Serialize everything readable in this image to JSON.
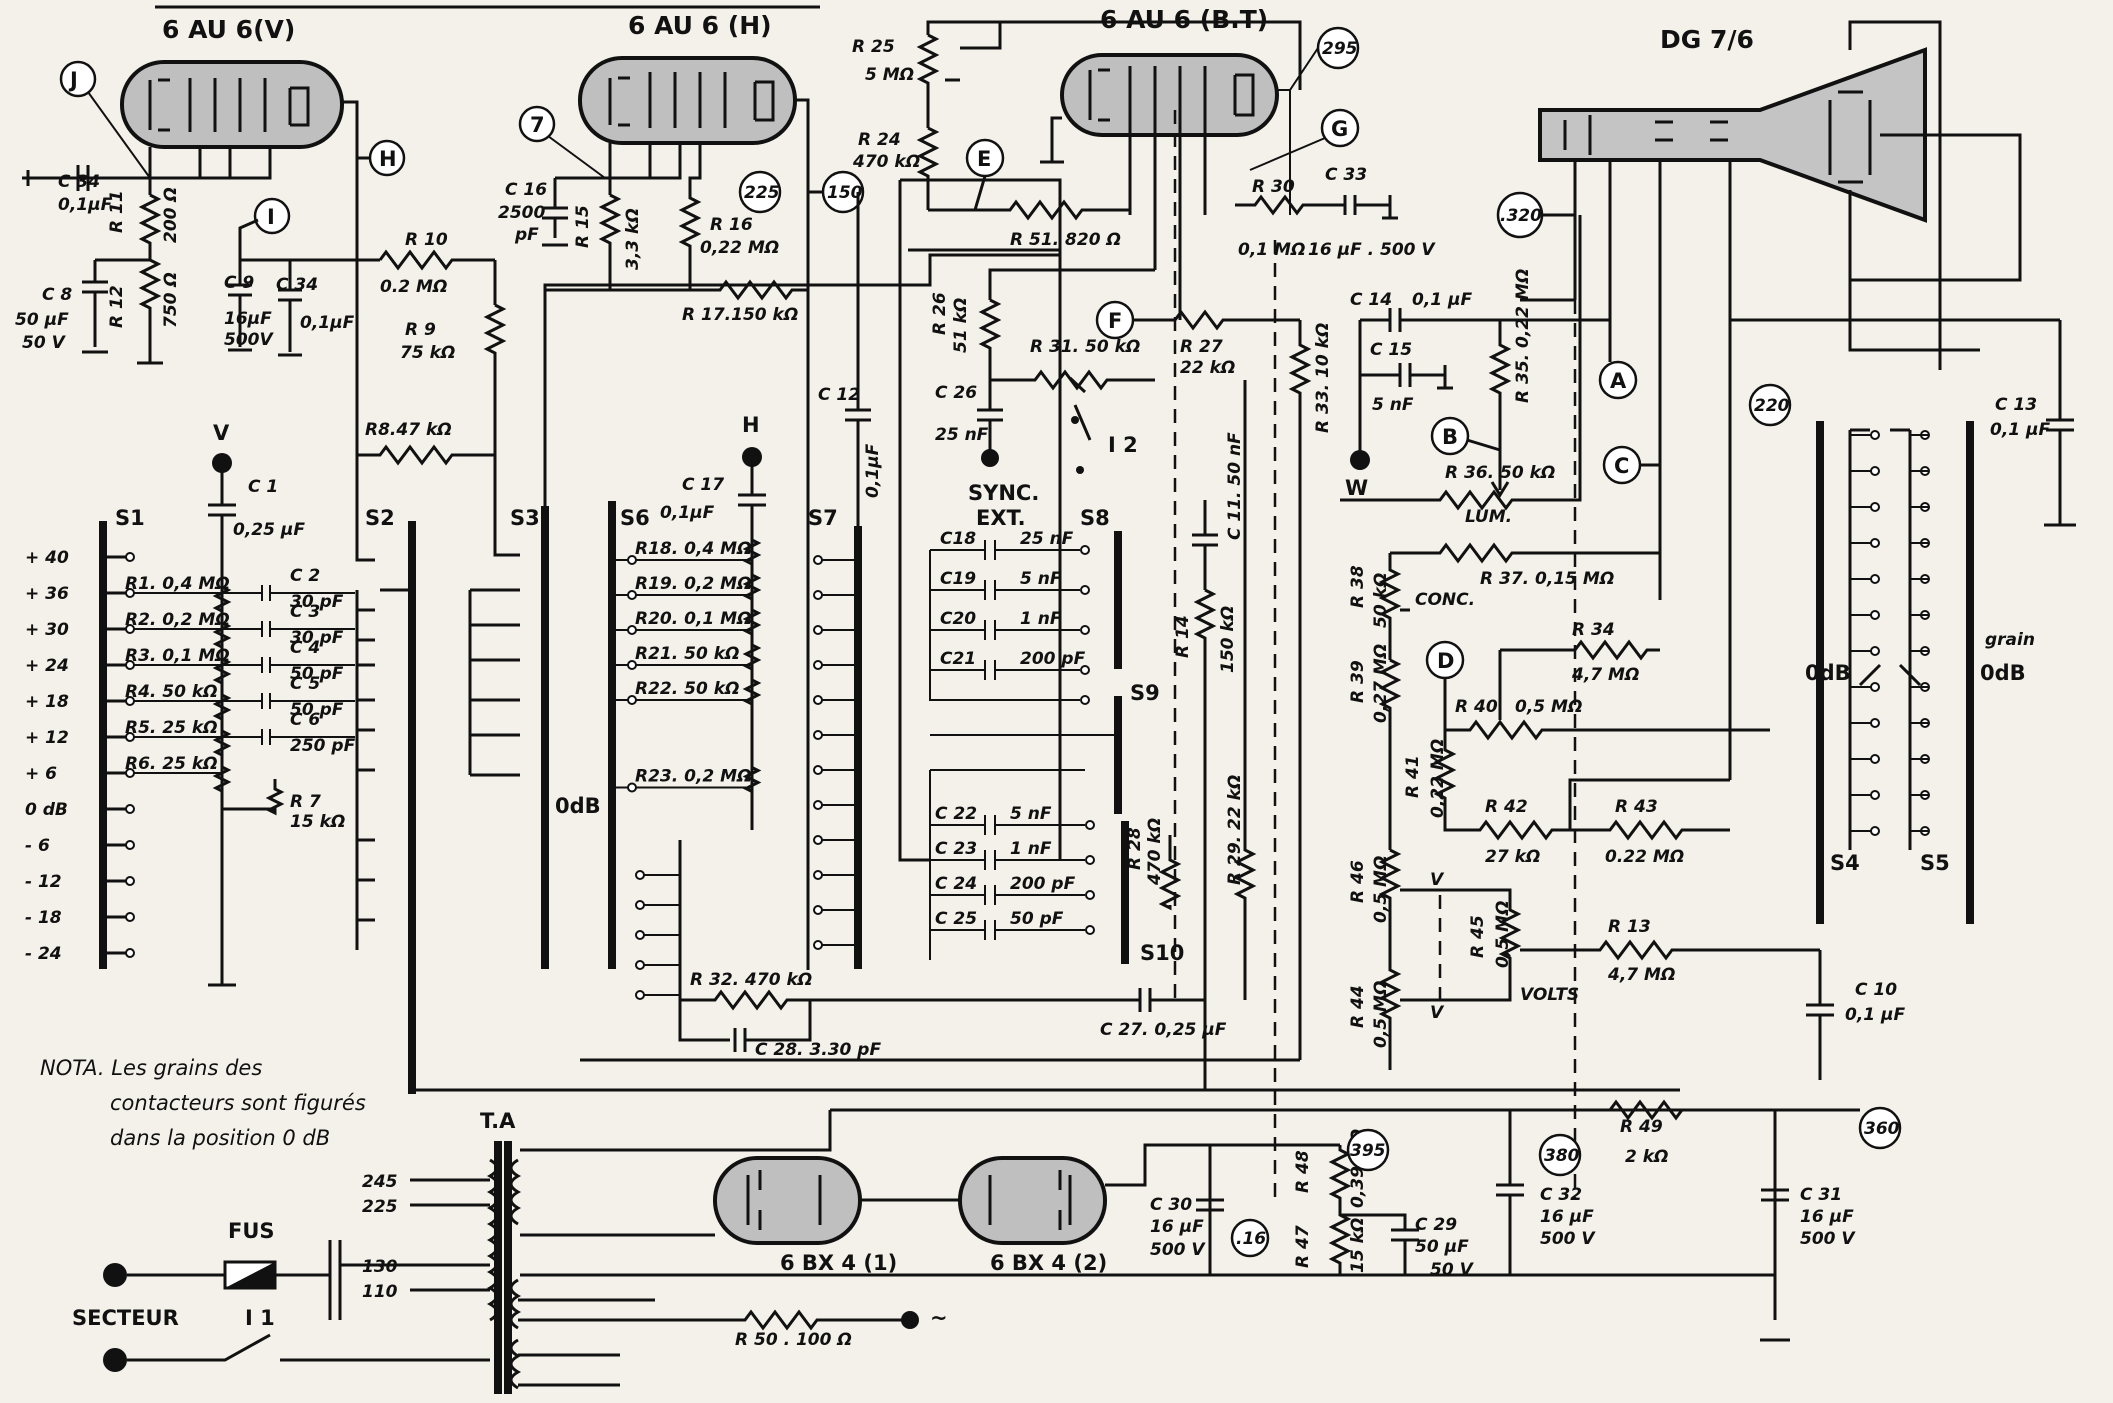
{
  "tubes": {
    "v1": "6 AU 6(V)",
    "v2": "6 AU 6 (H)",
    "v3": "6 AU 6 (B.T)",
    "crt": "DG 7/6",
    "rect1": "6 BX 4 (1)",
    "rect2": "6 BX 4 (2)"
  },
  "markers": {
    "J": "J",
    "H": "H",
    "I": "I",
    "seven": "7",
    "n225": "225",
    "n150": "150",
    "E": "E",
    "G": "G",
    "n295": "295",
    "F": "F",
    "n320": ".320",
    "A": "A",
    "B": "B",
    "C": "C",
    "n220": "220",
    "D": "D",
    "n395": "395",
    "n16": ".16",
    "n380": "380",
    "n360": "360"
  },
  "terminals": {
    "V": "V",
    "H": "H",
    "W": "W"
  },
  "components": {
    "C34a": "C 34",
    "C34a_val": "0,1µF",
    "R11": "R 11",
    "R11_val": "200 Ω",
    "C8": "C 8",
    "C8_val": "50 µF",
    "C8_volt": "50 V",
    "R12": "R 12",
    "R12_val": "750 Ω",
    "C9": "C 9",
    "C9_val": "16µF",
    "C9_volt": "500V",
    "C34b": "C 34",
    "C34b_val": "0,1µF",
    "R10": "R 10",
    "R10_val": "0.2 MΩ",
    "R9": "R 9",
    "R9_val": "75 kΩ",
    "R8": "R8.47 kΩ",
    "C16": "C 16",
    "C16_val": "2500",
    "C16_unit": "pF",
    "R15": "R 15",
    "R15_val": "3,3 kΩ",
    "R16": "R 16",
    "R16_val": "0,22 MΩ",
    "R17": "R 17.150 kΩ",
    "C12": "C 12",
    "C12_val": "0,1µF",
    "C17": "C 17",
    "C17_val": "0,1µF",
    "R25": "R 25",
    "R25_val": "5 MΩ",
    "R24": "R 24",
    "R24_val": "470 kΩ",
    "R51": "R 51. 820 Ω",
    "R26": "R 26",
    "R26_val": "51 kΩ",
    "C26": "C 26",
    "C26_val": "25 nF",
    "R31": "R 31. 50 kΩ",
    "I2": "I 2",
    "R27": "R 27",
    "R27_val": "22 kΩ",
    "R30": "R 30",
    "R30_val": "0,1 MΩ",
    "C33": "C 33",
    "C33_val": "16 µF . 500 V",
    "R33": "R 33. 10 kΩ",
    "C11": "C 11. 50 nF",
    "C14": "C 14",
    "C14_val": "0,1 µF",
    "C15": "C 15",
    "C15_val": "5 nF",
    "R35": "R 35. 0,22 MΩ",
    "R36": "R 36. 50 kΩ",
    "LUM": "LUM.",
    "R37": "R 37. 0,15 MΩ",
    "R38": "R 38",
    "R38_val": "50 kΩ",
    "CONC": "CONC.",
    "R34": "R 34",
    "R34_val": "4,7 MΩ",
    "R39": "R 39",
    "R39_val": "0,27 MΩ",
    "R40": "R 40",
    "R40_val": "0,5 MΩ",
    "R41": "R 41",
    "R41_val": "0,22 MΩ",
    "R42": "R 42",
    "R42_val": "27 kΩ",
    "R43": "R 43",
    "R43_val": "0.22 MΩ",
    "R46": "R 46",
    "R46_val": "0,5 MΩ",
    "R45": "R 45",
    "R45_val": "0,5 MΩ",
    "VOLTS": "VOLTS",
    "R13": "R 13",
    "R13_val": "4,7 MΩ",
    "R44": "R 44",
    "R44_val": "0,5 MΩ",
    "C13": "C 13",
    "C13_val": "0,1 µF",
    "C10": "C 10",
    "C10_val": "0,1 µF",
    "R14": "R 14",
    "R14_val": "150 kΩ",
    "R28": "R 28",
    "R28_val": "470 kΩ",
    "R29": "R 29. 22 kΩ",
    "C27": "C 27. 0,25 µF",
    "R32": "R 32. 470 kΩ",
    "C28": "C 28. 3.30 pF",
    "C1": "C 1",
    "C1_val": "0,25 µF",
    "R49": "R 49",
    "R49_val": "2 kΩ",
    "C30": "C 30",
    "C30_val": "16 µF",
    "C30_volt": "500 V",
    "R48": "R 48",
    "R48_val": "0,39 MΩ",
    "R47": "R 47",
    "R47_val": "15 kΩ",
    "C29": "C 29",
    "C29_val": "50 µF",
    "C29_volt": "50 V",
    "C32": "C 32",
    "C32_val": "16 µF",
    "C32_volt": "500 V",
    "C31": "C 31",
    "C31_val": "16 µF",
    "C31_volt": "500 V",
    "R50": "R 50 . 100 Ω",
    "TA": "T.A",
    "FUS": "FUS",
    "SECTEUR": "SECTEUR",
    "I1": "I 1",
    "tap245": "245",
    "tap225": "225",
    "tap130": "130",
    "tap110": "110",
    "tilde": "~"
  },
  "s1_levels": [
    "+ 40",
    "+ 36",
    "+ 30",
    "+ 24",
    "+ 18",
    "+ 12",
    "+ 6",
    "0 dB",
    "- 6",
    "- 12",
    "- 18",
    "- 24"
  ],
  "s1_resistors": [
    "R1. 0,4 MΩ",
    "R2. 0,2 MΩ",
    "R3. 0,1 MΩ",
    "R4. 50 kΩ",
    "R5. 25 kΩ",
    "R6. 25 kΩ"
  ],
  "s1_caps": [
    {
      "name": "C 2",
      "val": "30 pF"
    },
    {
      "name": "C 3",
      "val": "30 pF"
    },
    {
      "name": "C 4",
      "val": "50 pF"
    },
    {
      "name": "C 5",
      "val": "50 pF"
    },
    {
      "name": "C 6",
      "val": "250 pF"
    }
  ],
  "R7": "R 7",
  "R7_val": "15 kΩ",
  "h_resistors": [
    "R18. 0,4 MΩ",
    "R19. 0,2 MΩ",
    "R20. 0,1 MΩ",
    "R21. 50 kΩ",
    "R22. 50 kΩ",
    "R23. 0,2 MΩ"
  ],
  "sync_caps": [
    {
      "name": "C18",
      "val": "25 nF"
    },
    {
      "name": "C19",
      "val": "5 nF"
    },
    {
      "name": "C20",
      "val": "1 nF"
    },
    {
      "name": "C21",
      "val": "200 pF"
    }
  ],
  "s10_caps": [
    {
      "name": "C 22",
      "val": "5 nF"
    },
    {
      "name": "C 23",
      "val": "1 nF"
    },
    {
      "name": "C 24",
      "val": "200 pF"
    },
    {
      "name": "C 25",
      "val": "50 pF"
    }
  ],
  "switches": {
    "S1": "S1",
    "S2": "S2",
    "S3": "S3",
    "S4": "S4",
    "S5": "S5",
    "S6": "S6",
    "S7": "S7",
    "S8": "S8",
    "S9": "S9",
    "S10": "S10",
    "s3_0dB": "0dB",
    "s4_0dB": "0dB",
    "s5_0dB": "0dB",
    "grain": "grain",
    "sync_ext_1": "SYNC.",
    "sync_ext_2": "EXT."
  },
  "note": {
    "line1": "NOTA. Les grains des",
    "line2": "contacteurs sont figurés",
    "line3": "dans la position 0 dB"
  },
  "colors": {
    "ink": "#111111",
    "paper": "#f4f1ea",
    "tube_fill": "#bfbfbf"
  }
}
